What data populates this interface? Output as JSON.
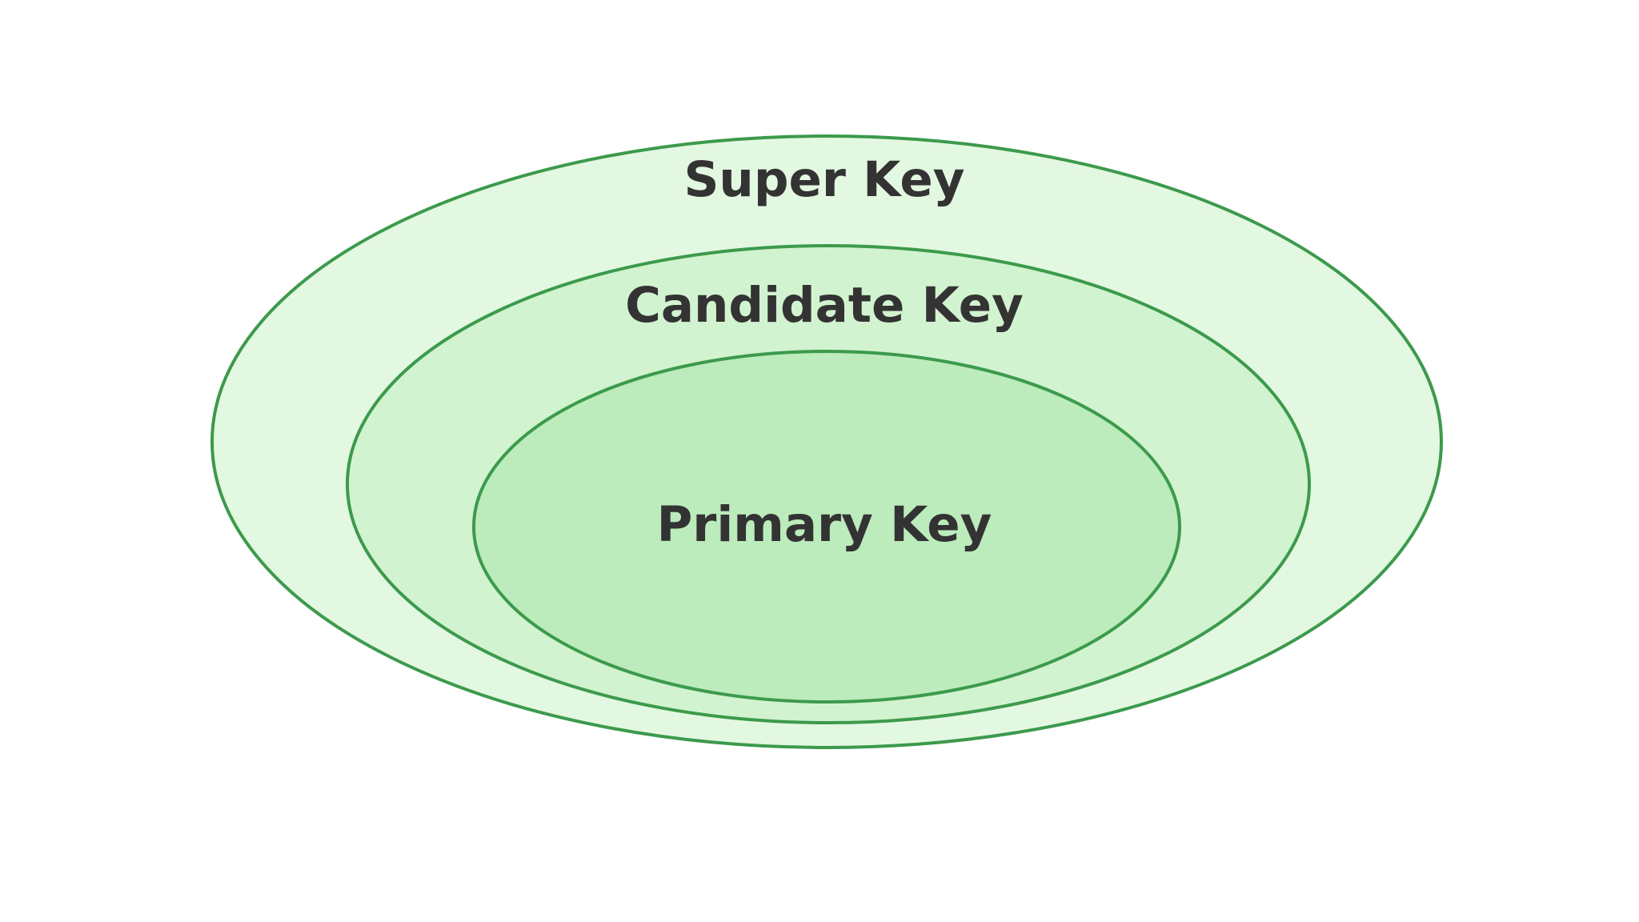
{
  "colors": {
    "stroke": "#3c9a4c",
    "super_fill": "#e3f8e1",
    "candidate_fill": "#d2f3cf",
    "primary_fill": "#bcebbc",
    "text": "#333333"
  },
  "diagram": {
    "super_key": {
      "label": "Super Key"
    },
    "candidate_key": {
      "label": "Candidate Key"
    },
    "primary_key": {
      "label": "Primary Key"
    }
  }
}
